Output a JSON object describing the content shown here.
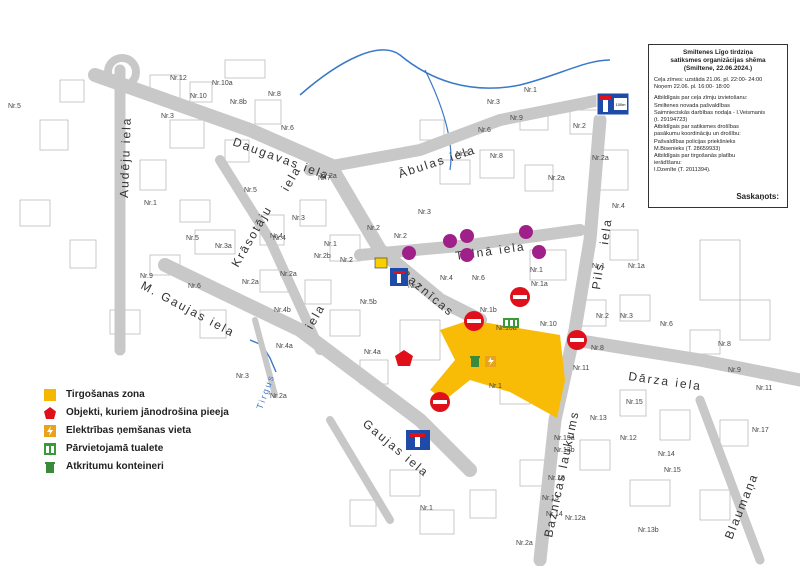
{
  "title": {
    "line1": "Smiltenes Līgo tirdziņa",
    "line2": "satiksmes organizācijas shēma",
    "line3": "(Smiltene, 22.06.2024.)"
  },
  "info_lines": [
    "Ceļa zīmes: uzstāda 21.06. pl. 22:00- 24:00",
    "Noņem 22.06. pl. 16:00- 18:00",
    "",
    "Atbildīgais par ceļa zīmju izvietošanu:",
    "Smiltenes novada pašvaldības",
    "Saimnieciskās darbības nodaļa - I.Veismanis",
    "(t. 29194723)",
    "Atbildīgais par satiksmes drošības",
    "pasākumu koordināciju un drošību:",
    "Pašvaldības policijas priekšnieks",
    "M.Bisenieks (T. 28659933)",
    "Atbildīgais par tirgošanās platību",
    "ierādīšanu:",
    "I.Dzenīte (T. 2011394)."
  ],
  "signature_label": "Saskaņots:",
  "legend": [
    {
      "icon": "trade-zone-square",
      "label": "Tirgošanas zona",
      "color": "#f5b800"
    },
    {
      "icon": "access-object-pentagon",
      "label": "Objekti, kuriem jānodrošina pieeja",
      "color": "#e0101a"
    },
    {
      "icon": "lightning-icon",
      "label": "Elektrības ņemšanas vieta",
      "color": "#e8a21b"
    },
    {
      "icon": "toilet-icon",
      "label": "Pārvietojamā tualete",
      "color": "#3a9a3a"
    },
    {
      "icon": "trash-bin-icon",
      "label": "Atkritumu konteineri",
      "color": "#3a8a3a"
    }
  ],
  "streets": {
    "daugavas": "Daugavas iela",
    "abulas": "Ābulas iela",
    "krasotaju": "Krāsotāju",
    "iela_krasotaju": "iela",
    "gaujas_m": "M. Gaujas iela",
    "gaujas": "Gaujas iela",
    "audeju": "Audēju iela",
    "baznicas": "Baznīcas",
    "iela_baznicas": "iela",
    "talna": "Talnā iela",
    "pils": "Pils",
    "pils_iela": "iela",
    "darza": "Dārza iela",
    "baznicas_laukums": "Baznīcas laukums",
    "tirgus": "Tirgus",
    "blaumana": "Blaumaņa"
  },
  "building_numbers": [
    "Nr.10a",
    "Nr.12",
    "Nr.10",
    "Nr.8b",
    "Nr.8",
    "Nr.6",
    "Nr.3",
    "Nr.5",
    "Nr.1",
    "Nr.2a",
    "Nr.2",
    "Nr.4",
    "Nr.5",
    "Nr.3a",
    "Nr.9",
    "Nr.4",
    "Nr.6",
    "Nr.2b",
    "Nr.2a",
    "Nr.2",
    "Nr.1",
    "Nr.2a",
    "Nr.4b",
    "Nr.5b",
    "Nr.4a",
    "Nr.3",
    "Nr.4a",
    "Nr.2a",
    "Nr.6",
    "Nr.8",
    "Nr.5",
    "Nr.7",
    "Nr.4",
    "Nr.6",
    "Nr.2",
    "Nr.2a",
    "Nr.3",
    "Nr.1",
    "Nr.1a",
    "Nr.1b",
    "Nr.10",
    "Nr.10a",
    "Nr.3",
    "Nr.2",
    "Nr.2a",
    "Nr.4",
    "Nr.1",
    "Nr.1a",
    "Nr.2",
    "Nr.3",
    "Nr.8",
    "Nr.11",
    "Nr.6",
    "Nr.8",
    "Nr.9",
    "Nr.11",
    "Nr.13",
    "Nr.12",
    "Nr.1",
    "Nr.15",
    "Nr.13a",
    "Nr.13b",
    "Nr.14",
    "Nr.15",
    "Nr.17",
    "Nr.12",
    "Nr.12a",
    "Nr.13",
    "Nr.14",
    "Nr.2a",
    "Nr.1",
    "Nr.13b",
    "Nr.3",
    "Nr.5",
    "Nr.7",
    "Nr.9",
    "Nr.1"
  ],
  "sign_labels": {
    "dead_end_sign": "100m"
  }
}
